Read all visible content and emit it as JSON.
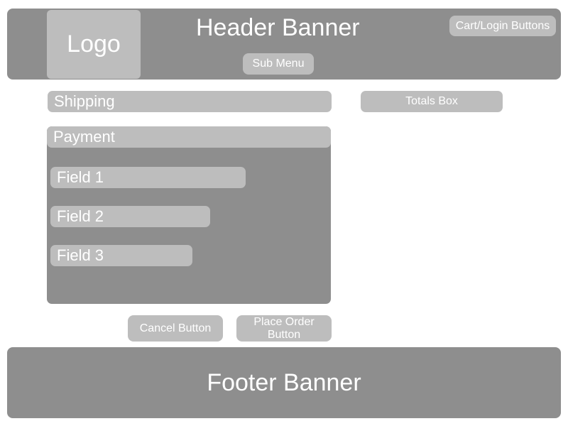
{
  "header": {
    "logo": "Logo",
    "title": "Header Banner",
    "cart_login": "Cart/Login Buttons",
    "sub_menu": "Sub Menu"
  },
  "shipping": {
    "label": "Shipping"
  },
  "totals": {
    "label": "Totals Box"
  },
  "payment": {
    "label": "Payment",
    "fields": [
      "Field 1",
      "Field 2",
      "Field 3"
    ]
  },
  "actions": {
    "cancel": "Cancel Button",
    "place_order": "Place Order\nButton"
  },
  "footer": {
    "label": "Footer Banner"
  },
  "colors": {
    "dark_panel": "#8e8e8e",
    "light_panel": "#bdbdbd",
    "text": "#ffffff"
  }
}
